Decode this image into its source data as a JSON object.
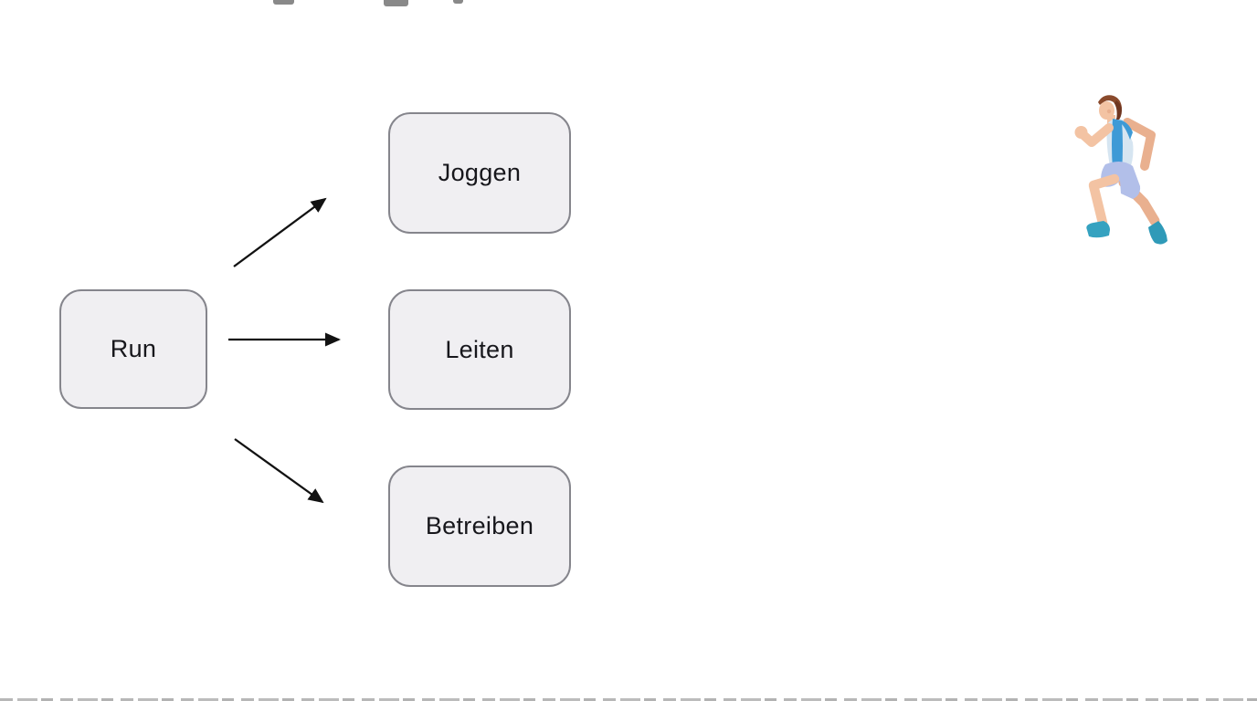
{
  "diagram": {
    "source": {
      "label": "Run"
    },
    "targets": [
      {
        "label": "Joggen"
      },
      {
        "label": "Leiten"
      },
      {
        "label": "Betreiben"
      }
    ],
    "connections": [
      {
        "from": "Run",
        "to": "Joggen"
      },
      {
        "from": "Run",
        "to": "Leiten"
      },
      {
        "from": "Run",
        "to": "Betreiben"
      }
    ]
  },
  "colors": {
    "background": "#ffffff",
    "node_fill": "#f0eff2",
    "node_border": "#85858c",
    "node_text": "#17171c",
    "arrow": "#121212"
  },
  "illustration": {
    "name": "runner-illustration",
    "colors": {
      "skin": "#f3c3a3",
      "skin_shadow": "#e9b08f",
      "hair": "#8a4a2c",
      "hair_shadow": "#6f3620",
      "tank_panel": "#d6e5f1",
      "tank_stripe": "#3e9ad6",
      "shorts": "#b2bfe9",
      "shoes": "#35a2c0"
    }
  }
}
